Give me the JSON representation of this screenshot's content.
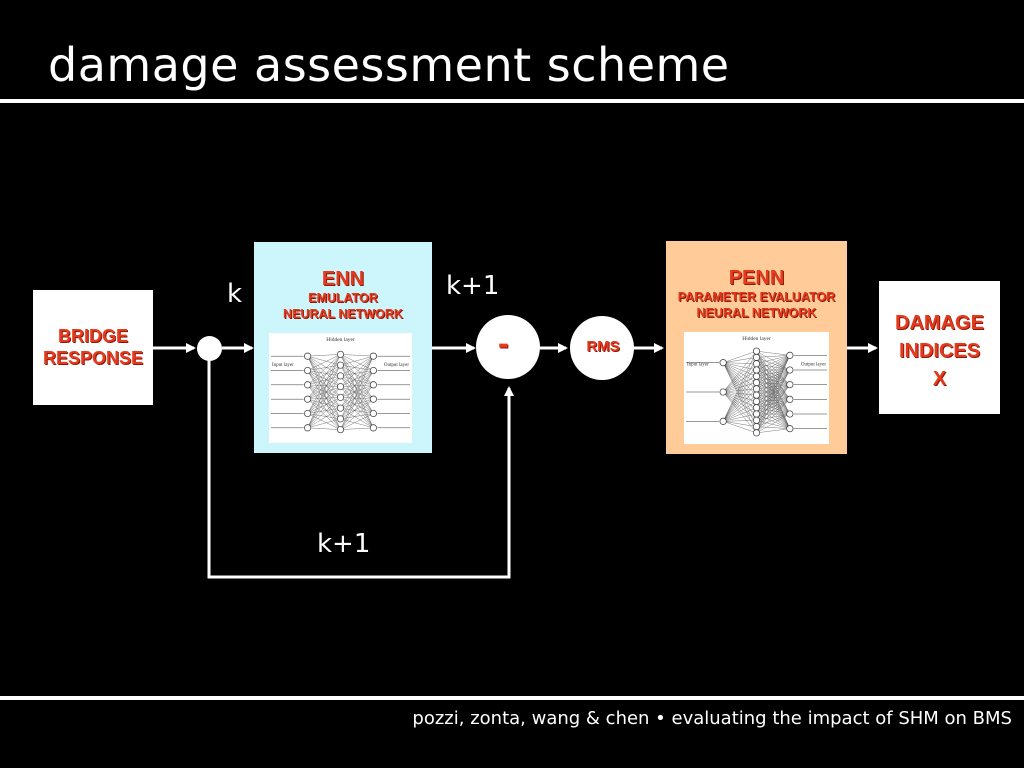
{
  "slide": {
    "title": "damage assessment scheme",
    "footer": "pozzi, zonta, wang & chen  •  evaluating the impact of SHM on BMS"
  },
  "diagram": {
    "input_block": {
      "line1": "BRIDGE",
      "line2": "RESPONSE"
    },
    "enn": {
      "title": "ENN",
      "sub1": "EMULATOR",
      "sub2": "NEURAL NETWORK"
    },
    "penn": {
      "title": "PENN",
      "sub1": "PARAMETER EVALUATOR",
      "sub2": "NEURAL NETWORK"
    },
    "output_block": {
      "line1": "DAMAGE",
      "line2": "INDICES",
      "line3": "X"
    },
    "comparator_symbol": "-",
    "rms_label": "RMS",
    "step_label_input": "k",
    "step_label_enn_output": "k+1",
    "step_label_feedback": "k+1",
    "nn_image_labels": {
      "hidden": "Hidden layer",
      "input": "Input layer",
      "output": "Output layer"
    },
    "colors": {
      "label_red": "#e63a1e",
      "enn_bg": "#ccf6fb",
      "penn_bg": "#ffcc99",
      "background": "#000000",
      "foreground": "#ffffff"
    }
  }
}
